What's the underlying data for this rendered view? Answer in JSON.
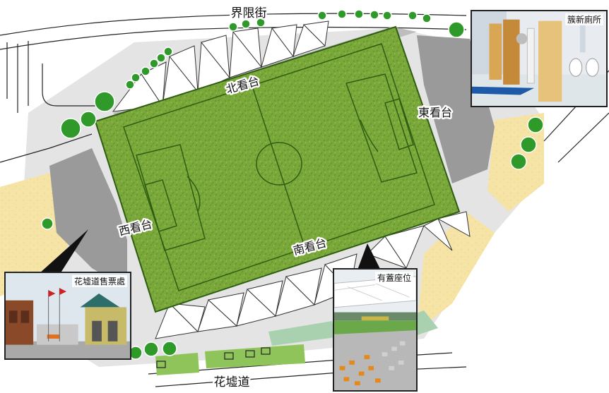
{
  "roads": {
    "north": "界限街",
    "south": "花墟道"
  },
  "stands": {
    "north": "北看台",
    "east": "東看台",
    "west": "西看台",
    "south": "南看台"
  },
  "insets": {
    "toilets": "簇新廁所",
    "ticket_office": "花墟道售票處",
    "covered_seating": "有蓋座位"
  },
  "colors": {
    "pitch": "#7aa83a",
    "pitch_line": "#2f5e12",
    "stand_grey": "#9a9a9a",
    "sand": "#f5e2a0",
    "tree": "#2f9a2a",
    "hedge": "#8fc45a"
  }
}
